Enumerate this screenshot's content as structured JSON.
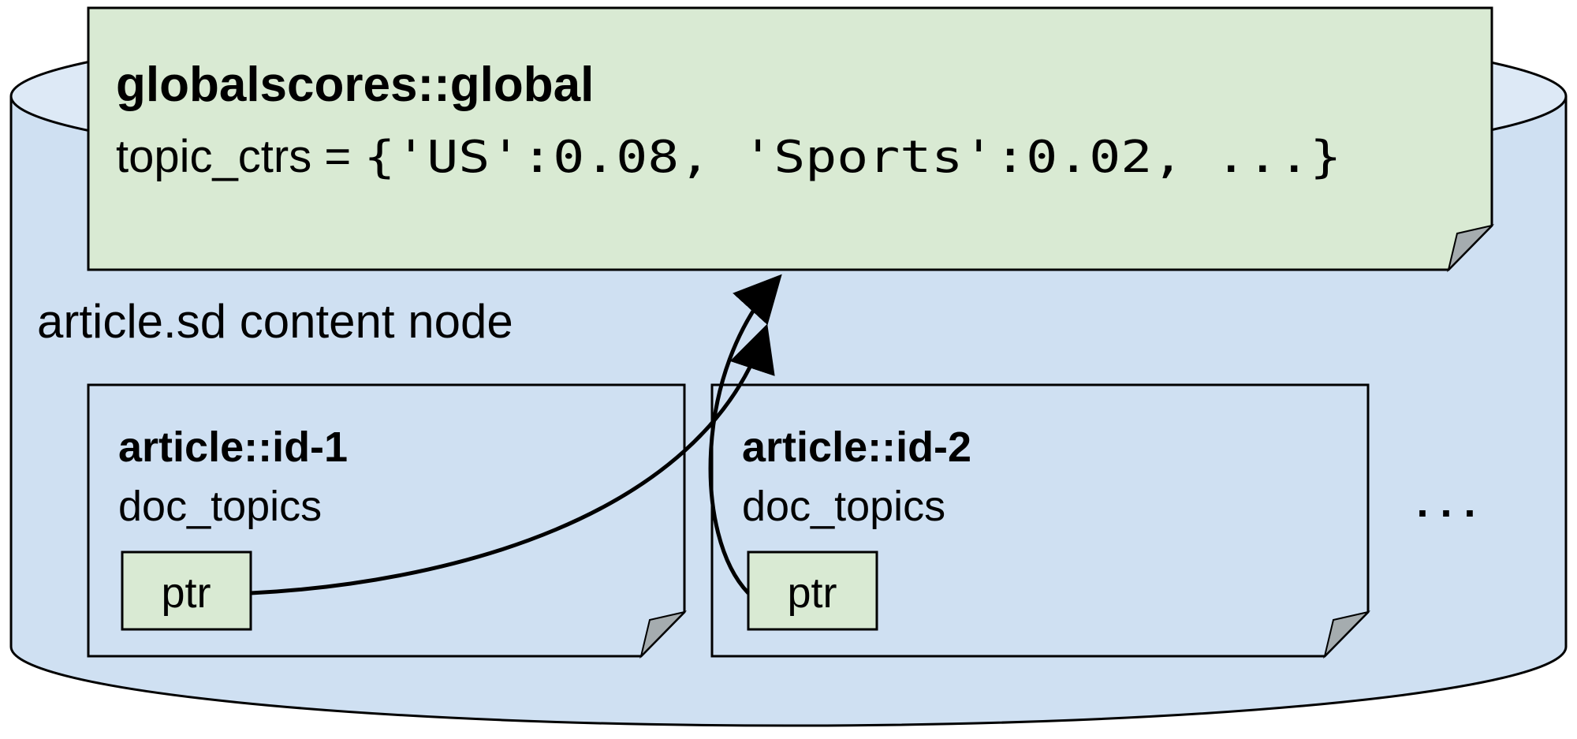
{
  "container": {
    "label": "article.sd content node"
  },
  "global_doc": {
    "title": "globalscores::global",
    "field_name": "topic_ctrs = ",
    "field_value": "{'US':0.08, 'Sports':0.02, ...}"
  },
  "documents": [
    {
      "title": "article::id-1",
      "field_name": "doc_topics",
      "pointer_label": "ptr"
    },
    {
      "title": "article::id-2",
      "field_name": "doc_topics",
      "pointer_label": "ptr"
    }
  ],
  "more_indicator": ". . .",
  "colors": {
    "cylinder_fill": "#cfe0f2",
    "cylinder_top": "#dde9f6",
    "global_doc_fill": "#d9ead3",
    "doc_fill": "#cfe0f2",
    "ptr_fill": "#d9ead3",
    "fold": "#a5acaf",
    "stroke": "#000000"
  }
}
